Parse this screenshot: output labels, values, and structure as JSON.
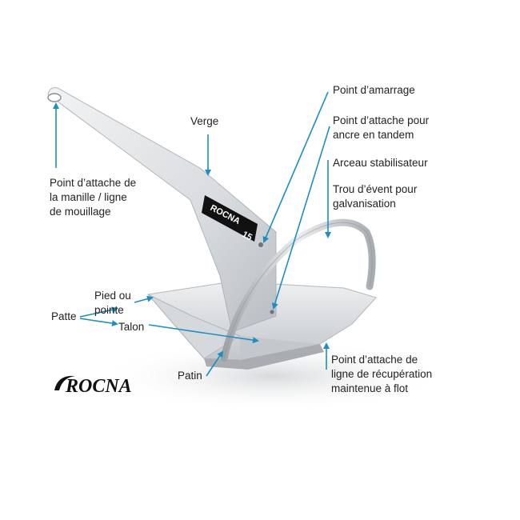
{
  "labels": {
    "point_amarrage": "Point d’amarrage",
    "verge": "Verge",
    "point_attache_tandem": "Point d’attache pour\nancre en tandem",
    "arceau": "Arceau stabilisateur",
    "trou_event": "Trou d’évent pour\ngalvanisation",
    "point_attache_manille": "Point d’attache de\nla manille / ligne\nde mouillage",
    "pied_pointe": "Pied ou\npointe",
    "patte": "Patte",
    "talon": "Talon",
    "patin": "Patin",
    "point_recuperation": "Point d’attache de\nligne de récupération\nmaintenue à flot"
  },
  "logo": {
    "text": "ROCNA",
    "shank_label": "ROCNA",
    "size_label": "15"
  },
  "colors": {
    "arrow": "#1a8fc4",
    "steel_light": "#e4e6e8",
    "steel_mid": "#c9ccd0",
    "steel_dark": "#a5a9ae",
    "text": "#222222"
  }
}
